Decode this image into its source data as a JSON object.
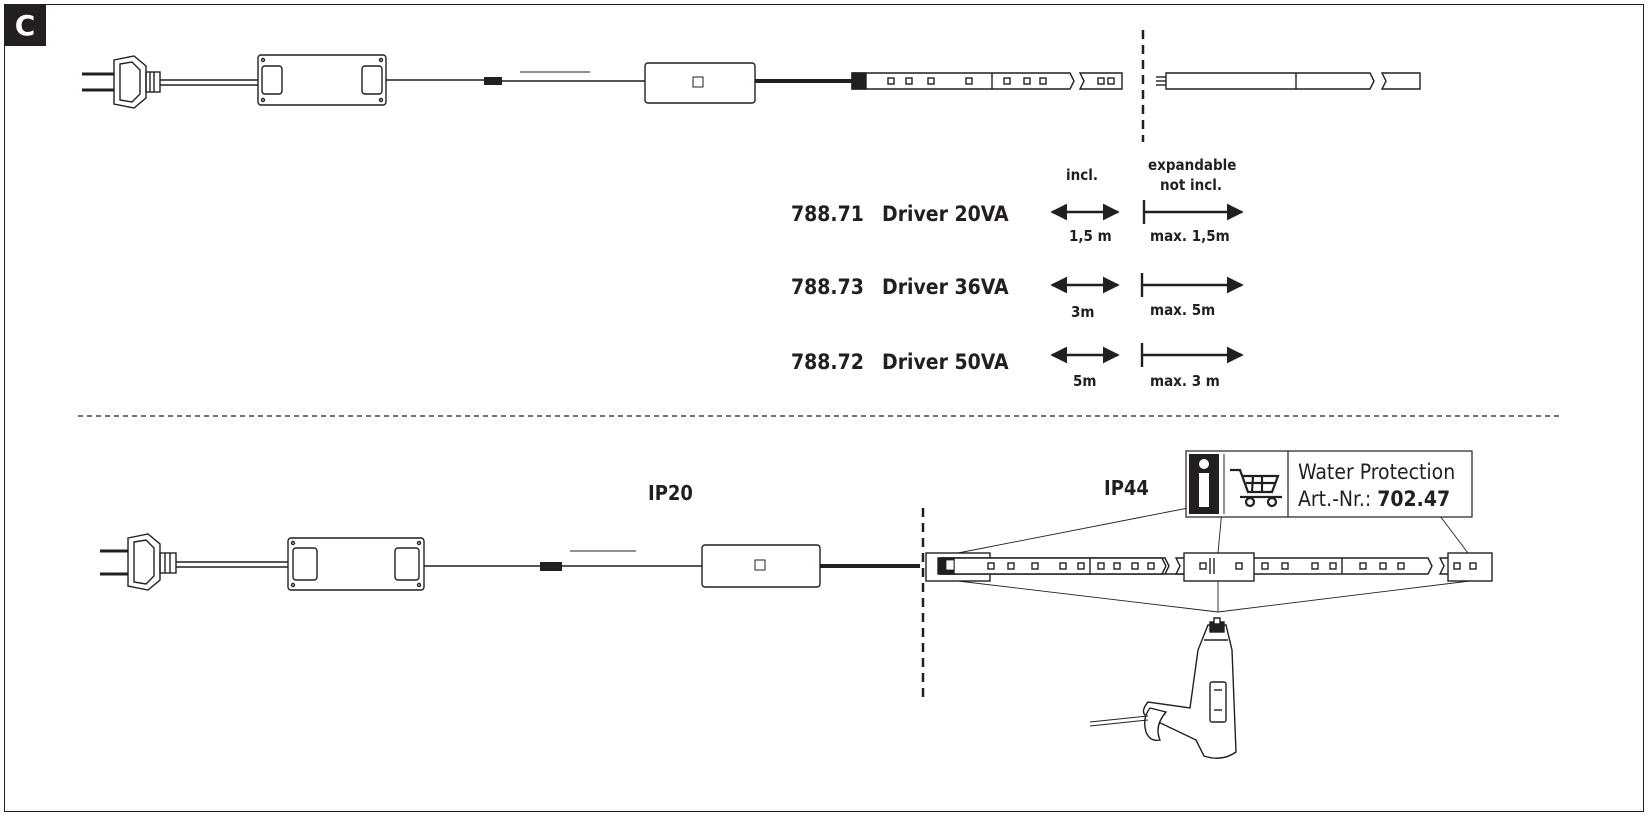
{
  "section_label": "C",
  "top_legend": {
    "incl_label": "incl.",
    "expandable_line1": "expandable",
    "expandable_line2": "not incl."
  },
  "rows": [
    {
      "code": "788.71",
      "driver": "Driver 20VA",
      "incl": "1,5 m",
      "max": "max. 1,5m"
    },
    {
      "code": "788.73",
      "driver": "Driver 36VA",
      "incl": "3m",
      "max": "max. 5m"
    },
    {
      "code": "788.72",
      "driver": "Driver 50VA",
      "incl": "5m",
      "max": "max. 3 m"
    }
  ],
  "bottom": {
    "ip20": "IP20",
    "ip44": "IP44",
    "info_box": {
      "title": "Water Protection",
      "art_prefix": "Art.-Nr.: ",
      "art_number": "702.47"
    }
  },
  "icons": [
    "plug-icon",
    "driver-box-icon",
    "controller-box-icon",
    "led-strip-icon",
    "info-icon",
    "shopping-cart-icon",
    "hot-air-gun-icon"
  ]
}
